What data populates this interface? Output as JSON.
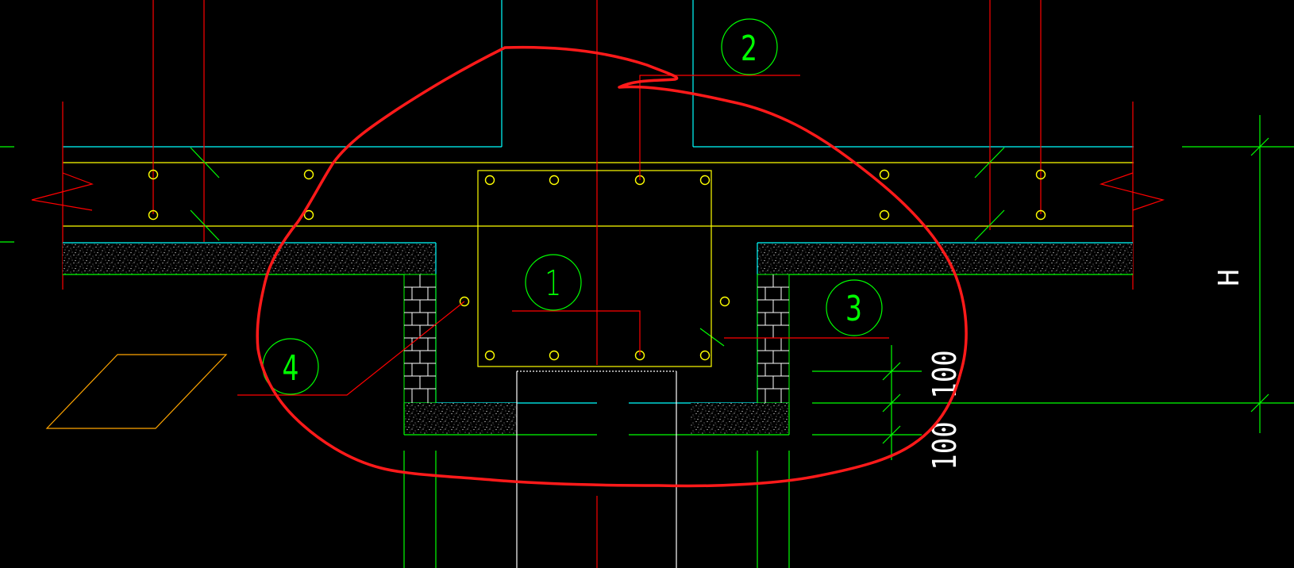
{
  "drawing": {
    "background": "#000000",
    "colors": {
      "red": "#ff0000",
      "green": "#00ff00",
      "cyan": "#00ffff",
      "yellow": "#ffff00",
      "white": "#ffffff",
      "orange": "#ffa500",
      "markup": "#ff1a1a"
    },
    "callouts": {
      "c1": "1",
      "c2": "2",
      "c3": "3",
      "c4": "4"
    },
    "dimensions": {
      "dim_upper": "100",
      "dim_lower": "100",
      "height_label": "H"
    }
  }
}
